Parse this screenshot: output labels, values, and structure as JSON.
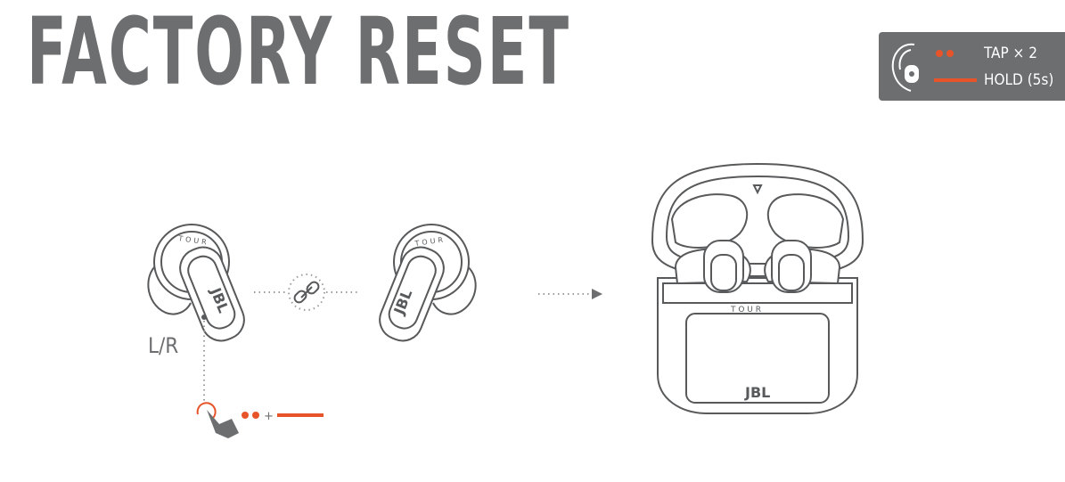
{
  "title": "FACTORY RESET",
  "legend": {
    "tap_label": "TAP × 2",
    "hold_label": "HOLD (5s)"
  },
  "labels": {
    "side": "L/R",
    "plus": "+",
    "earbud_brand": "JBL",
    "case_brand": "JBL",
    "case_model": "T O U R",
    "earbud_model": "TOUR"
  },
  "colors": {
    "accent": "#e8542a",
    "gray": "#6d6e70",
    "line": "#58595b"
  },
  "icons": [
    "ear-icon",
    "finger-press-icon",
    "link-icon",
    "arrow-right-icon",
    "charging-case-icon",
    "earbud-icon"
  ]
}
